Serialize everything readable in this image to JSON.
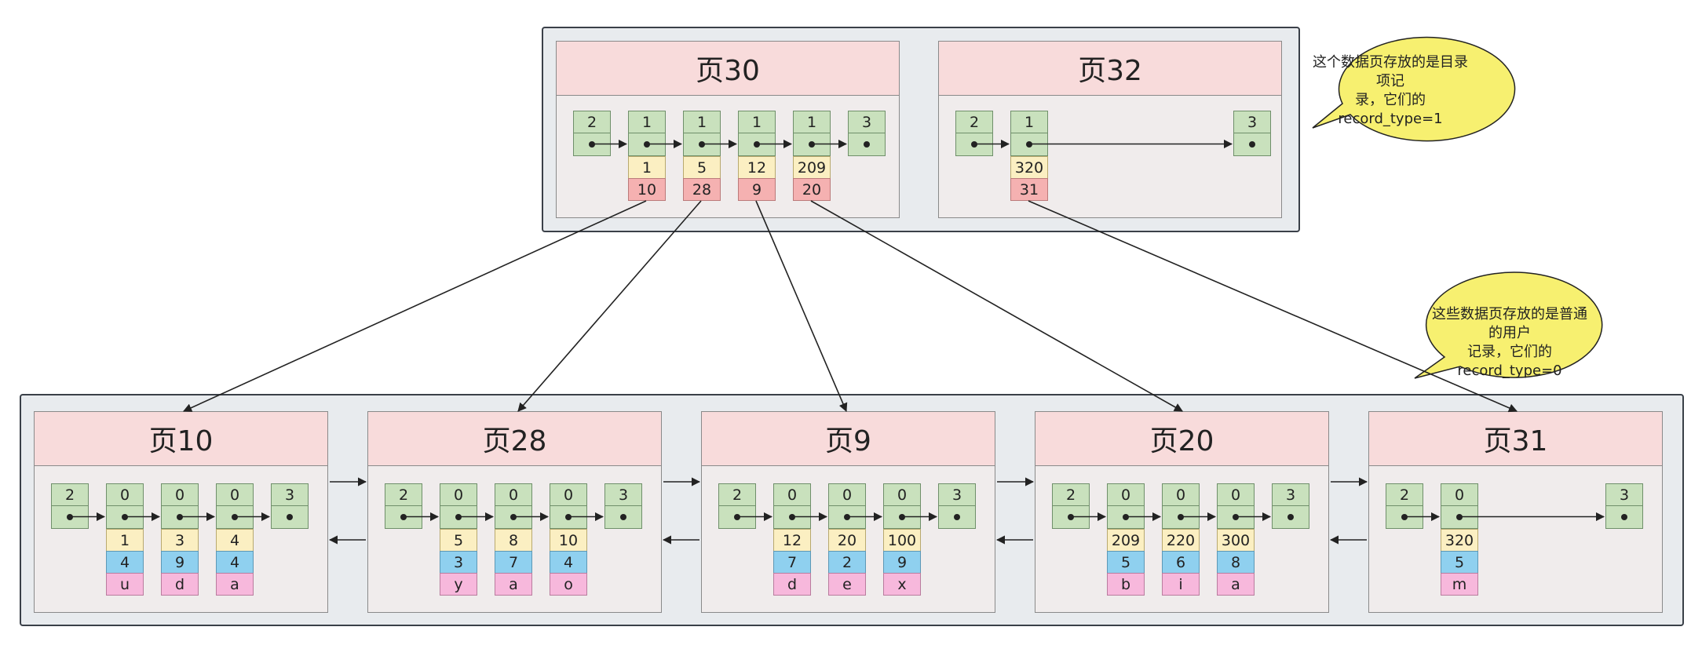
{
  "top_pages": [
    {
      "title": "页30",
      "infimum": "2",
      "supremum": "3",
      "records": [
        {
          "type": "1",
          "key": "1",
          "page": "10"
        },
        {
          "type": "1",
          "key": "5",
          "page": "28"
        },
        {
          "type": "1",
          "key": "12",
          "page": "9"
        },
        {
          "type": "1",
          "key": "209",
          "page": "20"
        }
      ]
    },
    {
      "title": "页32",
      "infimum": "2",
      "supremum": "3",
      "records": [
        {
          "type": "1",
          "key": "320",
          "page": "31"
        }
      ]
    }
  ],
  "leaf_pages": [
    {
      "title": "页10",
      "infimum": "2",
      "supremum": "3",
      "records": [
        {
          "type": "0",
          "c1": "1",
          "c2": "4",
          "c3": "u"
        },
        {
          "type": "0",
          "c1": "3",
          "c2": "9",
          "c3": "d"
        },
        {
          "type": "0",
          "c1": "4",
          "c2": "4",
          "c3": "a"
        }
      ]
    },
    {
      "title": "页28",
      "infimum": "2",
      "supremum": "3",
      "records": [
        {
          "type": "0",
          "c1": "5",
          "c2": "3",
          "c3": "y"
        },
        {
          "type": "0",
          "c1": "8",
          "c2": "7",
          "c3": "a"
        },
        {
          "type": "0",
          "c1": "10",
          "c2": "4",
          "c3": "o"
        }
      ]
    },
    {
      "title": "页9",
      "infimum": "2",
      "supremum": "3",
      "records": [
        {
          "type": "0",
          "c1": "12",
          "c2": "7",
          "c3": "d"
        },
        {
          "type": "0",
          "c1": "20",
          "c2": "2",
          "c3": "e"
        },
        {
          "type": "0",
          "c1": "100",
          "c2": "9",
          "c3": "x"
        }
      ]
    },
    {
      "title": "页20",
      "infimum": "2",
      "supremum": "3",
      "records": [
        {
          "type": "0",
          "c1": "209",
          "c2": "5",
          "c3": "b"
        },
        {
          "type": "0",
          "c1": "220",
          "c2": "6",
          "c3": "i"
        },
        {
          "type": "0",
          "c1": "300",
          "c2": "8",
          "c3": "a"
        }
      ]
    },
    {
      "title": "页31",
      "infimum": "2",
      "supremum": "3",
      "records": [
        {
          "type": "0",
          "c1": "320",
          "c2": "5",
          "c3": "m"
        }
      ]
    }
  ],
  "callouts": {
    "directory_note": "这个数据页存放的是目录项记录，它们的record_type=1",
    "directory_note_lines": [
      "这个数据页存放的是目录项记",
      "录，它们的record_type=1"
    ],
    "user_note": "这些数据页存放的是普通的用户记录，它们的record_type=0",
    "user_note_lines": [
      "这些数据页存放的是普通的用户",
      "记录，它们的record_type=0"
    ]
  },
  "colors": {
    "outer_bg": "#e8ebee",
    "page_bg": "#f0ecec",
    "page_header": "#f8dbdb",
    "header_cell": "#c9e1bd",
    "key_cell": "#fbefc2",
    "page_no_cell": "#f5b1b1",
    "col2_cell": "#8fd0ef",
    "col3_cell": "#f7b8dc",
    "callout": "#f7f070"
  }
}
